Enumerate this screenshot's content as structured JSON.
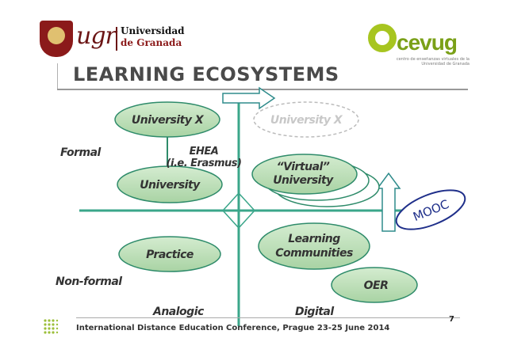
{
  "header": {
    "ugr_mark": "ugr",
    "ugr_name_line1": "Universidad",
    "ugr_name_line2": "de Granada",
    "cevug_word": "cevug",
    "cevug_tagline": "centro de enseñanzas virtuales de la Universidad de Granada"
  },
  "title": "LEARNING ECOSYSTEMS",
  "diagram": {
    "axis_labels": {
      "formal": "Formal",
      "non_formal": "Non-formal",
      "analogic": "Analogic",
      "digital": "Digital"
    },
    "nodes": {
      "university_x": "University X",
      "university_x_ghost": "University X",
      "university": "University",
      "ehea_line1": "EHEA",
      "ehea_line2": "(i.e. Erasmus)",
      "virtual_line1": "“Virtual”",
      "virtual_line2": "University",
      "mooc": "MOOC",
      "practice": "Practice",
      "learning_line1": "Learning",
      "learning_line2": "Communities",
      "oer": "OER"
    },
    "colors": {
      "bubble_fill": "#b6d9b2",
      "bubble_stroke": "#2e8b6a",
      "axis": "#3aa68a",
      "arrow": "#2e8b8b",
      "mooc_stroke": "#1f2f8a",
      "ghost": "#bbbbbb"
    }
  },
  "footer": {
    "conference": "International Distance Education Conference, Prague 23-25 June 2014",
    "page_number": "7"
  }
}
